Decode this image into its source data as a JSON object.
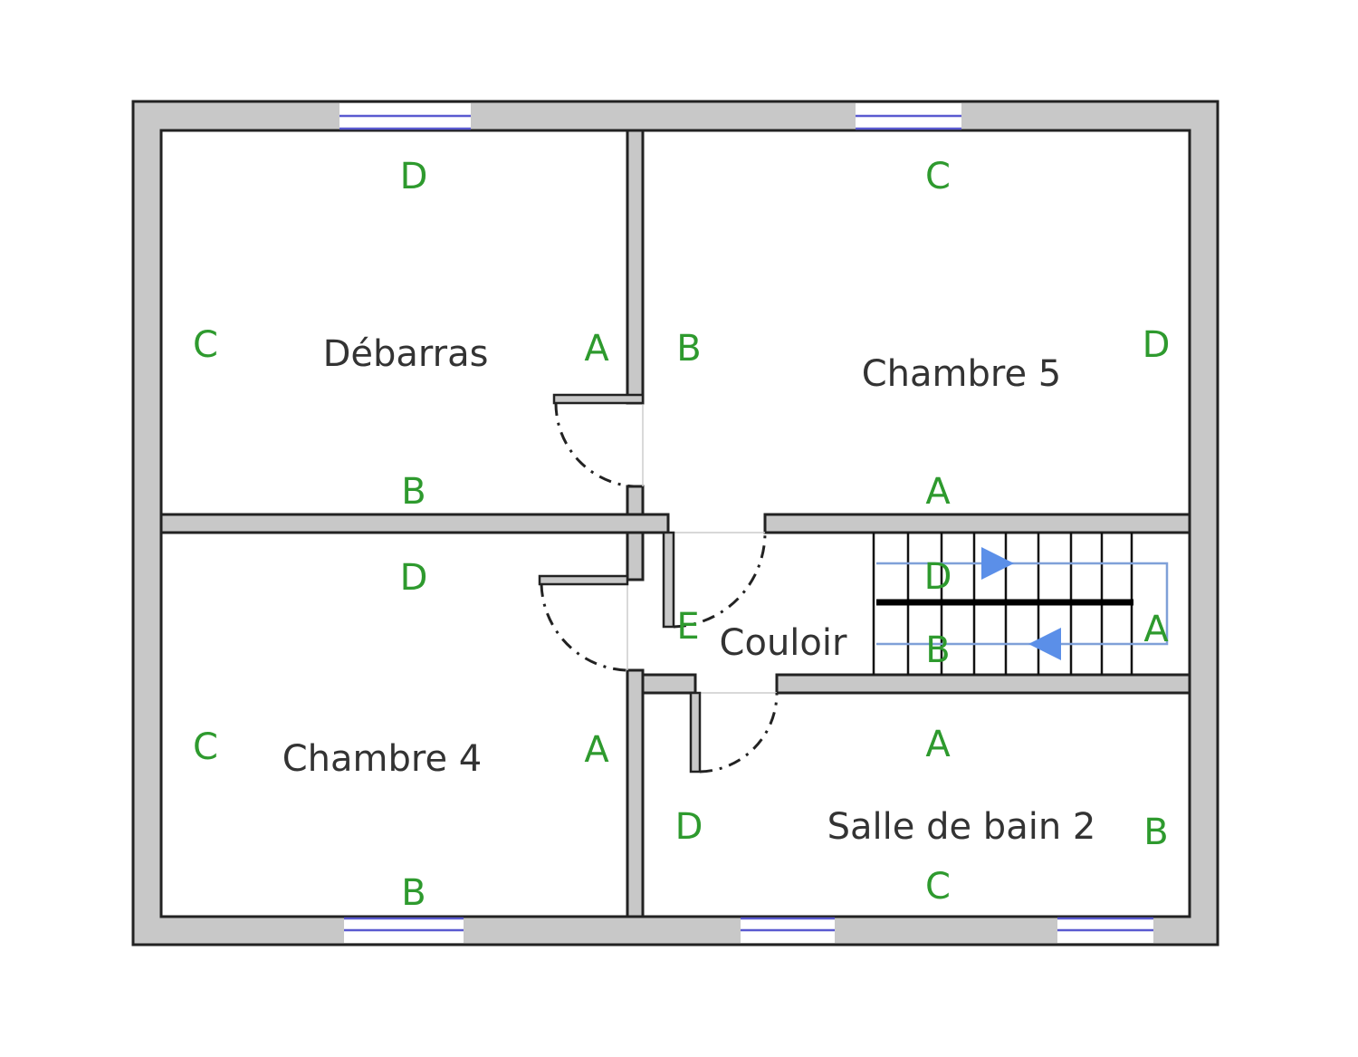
{
  "rooms": {
    "debarras": {
      "name": "Débarras",
      "walls": [
        "D",
        "C",
        "A",
        "B"
      ]
    },
    "chambre5": {
      "name": "Chambre 5",
      "walls": [
        "C",
        "B",
        "D",
        "A"
      ]
    },
    "chambre4": {
      "name": "Chambre 4",
      "walls": [
        "D",
        "C",
        "A",
        "B"
      ]
    },
    "salle_de_bain2": {
      "name": "Salle de bain 2",
      "walls": [
        "A",
        "D",
        "B",
        "C"
      ]
    },
    "couloir": {
      "name": "Couloir",
      "walls": [
        "E",
        "D",
        "A",
        "B"
      ]
    }
  },
  "colors": {
    "label": "#2e9a2e",
    "wall": "#c8c8c8",
    "window": "#5a5ad0",
    "stair_arrow": "#5b8fe8"
  }
}
